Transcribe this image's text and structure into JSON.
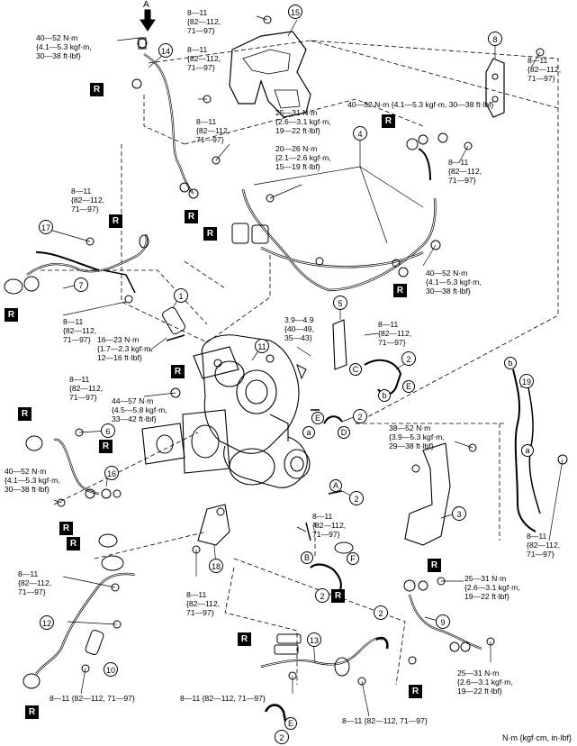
{
  "arrow_view_label": "A",
  "units_note": "N·m {kgf·cm, in·lbf}",
  "torques": {
    "t1": "40—52 N·m\n{4.1—5.3 kgf·m,\n30—38 ft·lbf}",
    "t2": "8—11\n{82—112,\n71—97}",
    "t3": "8—11\n{82—112,\n71—97}",
    "t4": "8—11\n{82—112,\n71—97}",
    "t5": "25—31 N·m\n{2.6—3.1 kgf·m,\n19—22 ft·lbf}",
    "t6": "20—26 N·m\n{2.1—2.6 kgf·m,\n15—19 ft·lbf}",
    "t7": "40—52 N·m {4.1—5.3 kgf·m, 30—38 ft·lbf}",
    "t8": "8—11\n{82—112,\n71—97}",
    "t9": "8—11\n{82—112,\n71—97}",
    "t10": "8—11\n{82—112,\n71—97}",
    "t11": "40—52 N·m\n{4.1—5.3 kgf·m,\n30—38 ft·lbf}",
    "t12": "8—11\n{82—112,\n71—97}",
    "t13": "16—23 N·m\n{1.7—2.3 kgf·m,\n12—16 ft·lbf}",
    "t14": "3.9—4.9\n{40—49,\n35—43}",
    "t15": "8—11\n{82—112,\n71—97}",
    "t16": "8—11\n{82—112,\n71—97}",
    "t17": "44—57 N·m\n{4.5—5.8 kgf·m,\n33—42 ft·lbf}",
    "t18": "38—52 N·m\n{3.9—5.3 kgf·m,\n29—38 ft·lbf}",
    "t19": "40—52 N·m\n{4.1—5.3 kgf·m,\n30—38 ft·lbf}",
    "t20": "8—11\n{82—112,\n71—97}",
    "t21": "8—11\n{82—112,\n71—97}",
    "t22": "8—11\n{82—112,\n71—97}",
    "t23": "8—11\n{82—112,\n71—97}",
    "t24": "25—31 N·m\n{2.6—3.1 kgf·m,\n19—22 ft·lbf}",
    "t25": "8—11 {82—112, 71—97}",
    "t26": "8—11 {82—112, 71—97}",
    "t27": "8—11 {82—112, 71—97}",
    "t28": "25—31 N·m\n{2.6—3.1 kgf·m,\n19—22 ft·lbf}"
  },
  "callouts": {
    "c1": "1",
    "c2a": "2",
    "c2b": "2",
    "c2c": "2",
    "c2d": "2",
    "c2e": "2",
    "c2f": "2",
    "c3": "3",
    "c4": "4",
    "c5": "5",
    "c6": "6",
    "c7": "7",
    "c8": "8",
    "c9": "9",
    "c10": "10",
    "c11": "11",
    "c12": "12",
    "c13": "13",
    "c14": "14",
    "c15": "15",
    "c16": "16",
    "c17": "17",
    "c18": "18",
    "c19": "19"
  },
  "r_mark": "R",
  "letters": {
    "a1": "a",
    "a2": "a",
    "b1": "b",
    "b2": "b",
    "A1": "A",
    "B1": "B",
    "C1": "C",
    "D1": "D",
    "E1": "E",
    "E2": "E",
    "E3": "E",
    "F1": "F"
  }
}
